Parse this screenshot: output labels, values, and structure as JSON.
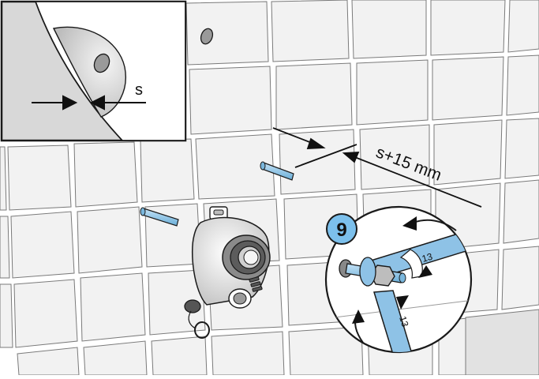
{
  "labels": {
    "inset_dimension": "s",
    "pin_offset": "s+15 mm",
    "step_number": "9",
    "wrench_size_a": "13",
    "wrench_size_b": "13"
  },
  "colors": {
    "wall_tile": "#f3f3f3",
    "wall_grout": "#ffffff",
    "inset_background": "#d9d9d9",
    "wrench_blue": "#8ec2e6",
    "step_badge": "#7cc0ec",
    "outline": "#1a1a1a"
  },
  "icons": {
    "rotation_arrows": "curved-arrow-icon",
    "dimension_arrows": "arrowhead-icon"
  }
}
